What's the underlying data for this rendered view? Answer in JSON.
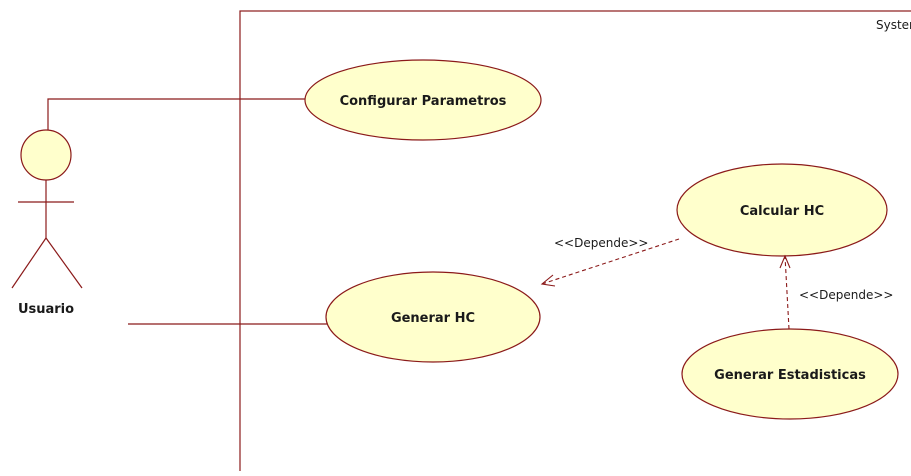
{
  "system": {
    "title": "Syster"
  },
  "actor": {
    "name": "Usuario"
  },
  "use_cases": {
    "configurar": "Configurar Parametros",
    "generar_hc": "Generar HC",
    "calcular_hc": "Calcular HC",
    "estadisticas": "Generar Estadisticas"
  },
  "relations": {
    "dep_calcular_generar": "<<Depende>>",
    "dep_estadisticas_calcular": "<<Depende>>"
  },
  "colors": {
    "line": "#8b1a1a",
    "fill": "#ffffcc"
  }
}
